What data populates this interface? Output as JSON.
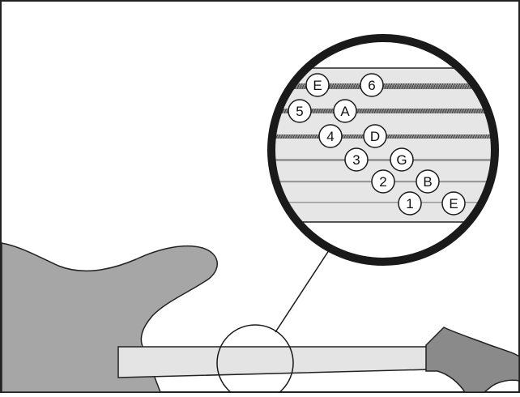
{
  "colors": {
    "background": "#ffffff",
    "border": "#222222",
    "guitar_body": "#a6a6a6",
    "neck": "#e4e4e4",
    "headstock": "#8a8a8a",
    "fretboard_zoom": "#e6e6e6",
    "wound_string": "#7a7a7a",
    "plain_string": "#9a9a9a",
    "lens_ring": "#1a1a1a"
  },
  "strings": [
    {
      "number": "6",
      "note": "E"
    },
    {
      "number": "5",
      "note": "A"
    },
    {
      "number": "4",
      "note": "D"
    },
    {
      "number": "3",
      "note": "G"
    },
    {
      "number": "2",
      "note": "B"
    },
    {
      "number": "1",
      "note": "E"
    }
  ]
}
